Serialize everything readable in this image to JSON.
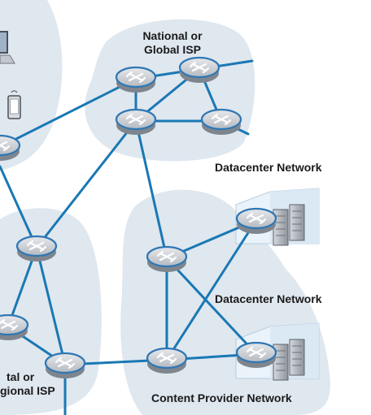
{
  "labels": {
    "national_isp": [
      "National or",
      "Global ISP"
    ],
    "datacenter_top": "Datacenter Network",
    "datacenter_bottom": "Datacenter Network",
    "regional_isp_partial": [
      "tal or",
      "gional ISP"
    ],
    "content_provider": "Content Provider Network"
  },
  "colors": {
    "region_fill": "#dfe7ef",
    "link": "#1a78b4",
    "router_top": "#c8ccd2",
    "router_side": "#8f949b",
    "router_ring": "#2e77b5",
    "datacenter_box": "#eaf3fa",
    "server": "#b9bec5"
  },
  "icons": [
    "router-icon",
    "server-rack-icon",
    "laptop-icon",
    "smartphone-icon"
  ]
}
